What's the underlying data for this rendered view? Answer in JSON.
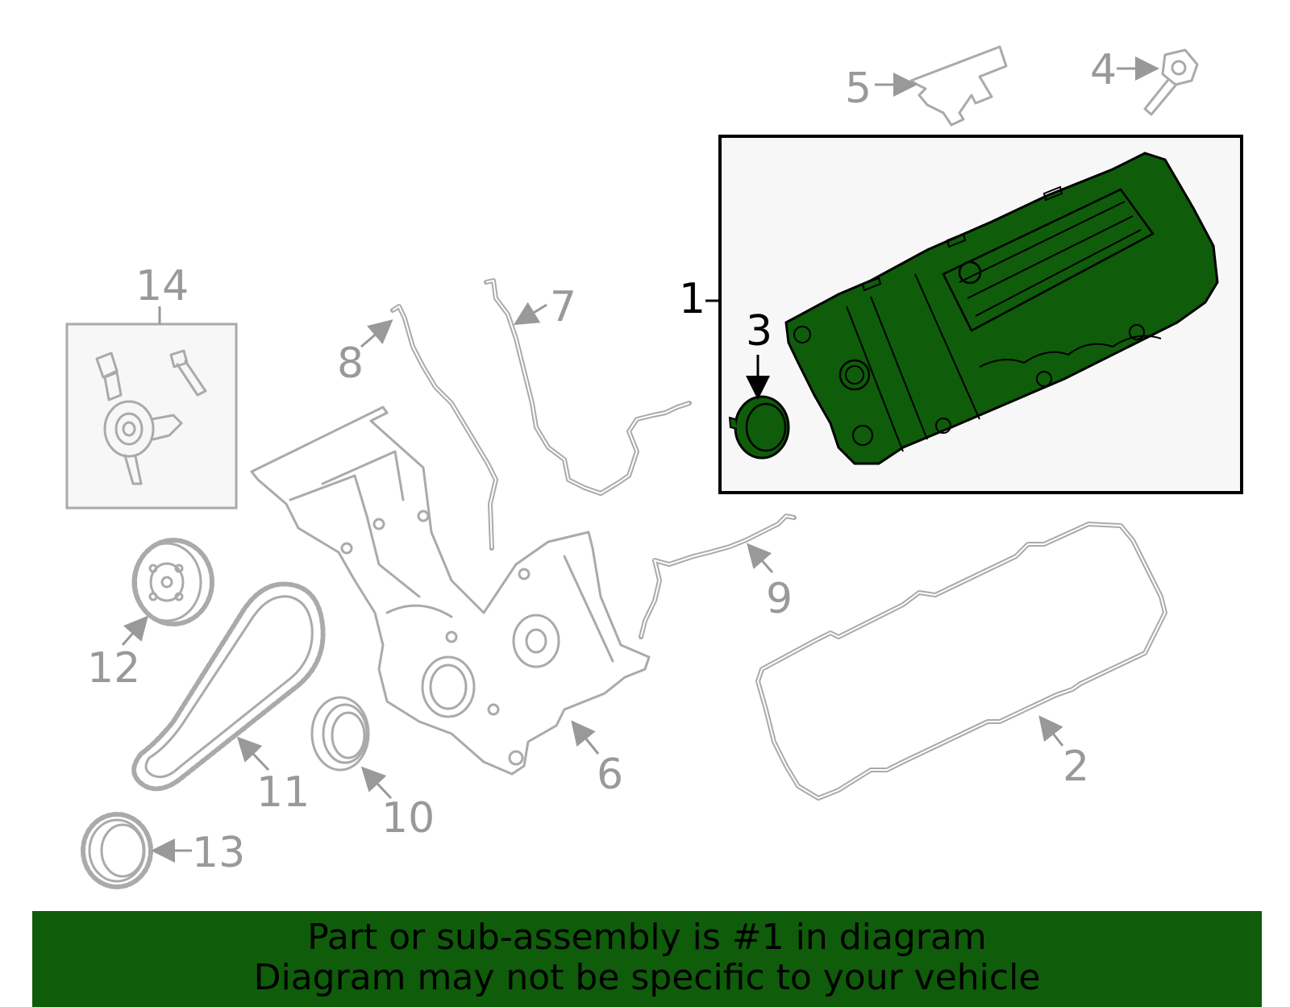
{
  "callouts": {
    "c1": "1",
    "c2": "2",
    "c3": "3",
    "c4": "4",
    "c5": "5",
    "c6": "6",
    "c7": "7",
    "c8": "8",
    "c9": "9",
    "c10": "10",
    "c11": "11",
    "c12": "12",
    "c13": "13",
    "c14": "14"
  },
  "highlight_color": "#0f5c0a",
  "banner": {
    "line1": "Part or sub-assembly is #1 in diagram",
    "line2": "Diagram may not be specific to your vehicle"
  }
}
